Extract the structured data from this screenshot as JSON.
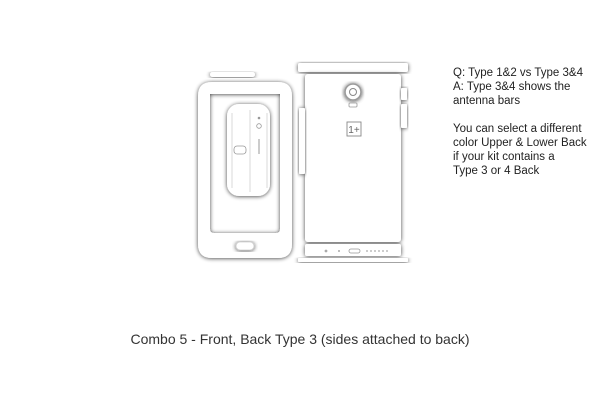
{
  "notes": {
    "question": "Q: Type 1&2 vs Type 3&4",
    "answer_line1": "A: Type 3&4 shows the",
    "answer_line2": "antenna bars",
    "info_line1": "You can select a different",
    "info_line2": "color Upper & Lower Back",
    "info_line3": "if your kit contains a",
    "info_line4": "Type 3 or 4 Back"
  },
  "caption": "Combo 5 - Front, Back Type 3 (sides attached to back)",
  "logo": {
    "text": "1+"
  },
  "colors": {
    "background": "#ffffff",
    "piece_fill": "#ffffff",
    "piece_outline": "#c8c8c8",
    "shadow": "#9a9a9a",
    "text": "#222222"
  }
}
